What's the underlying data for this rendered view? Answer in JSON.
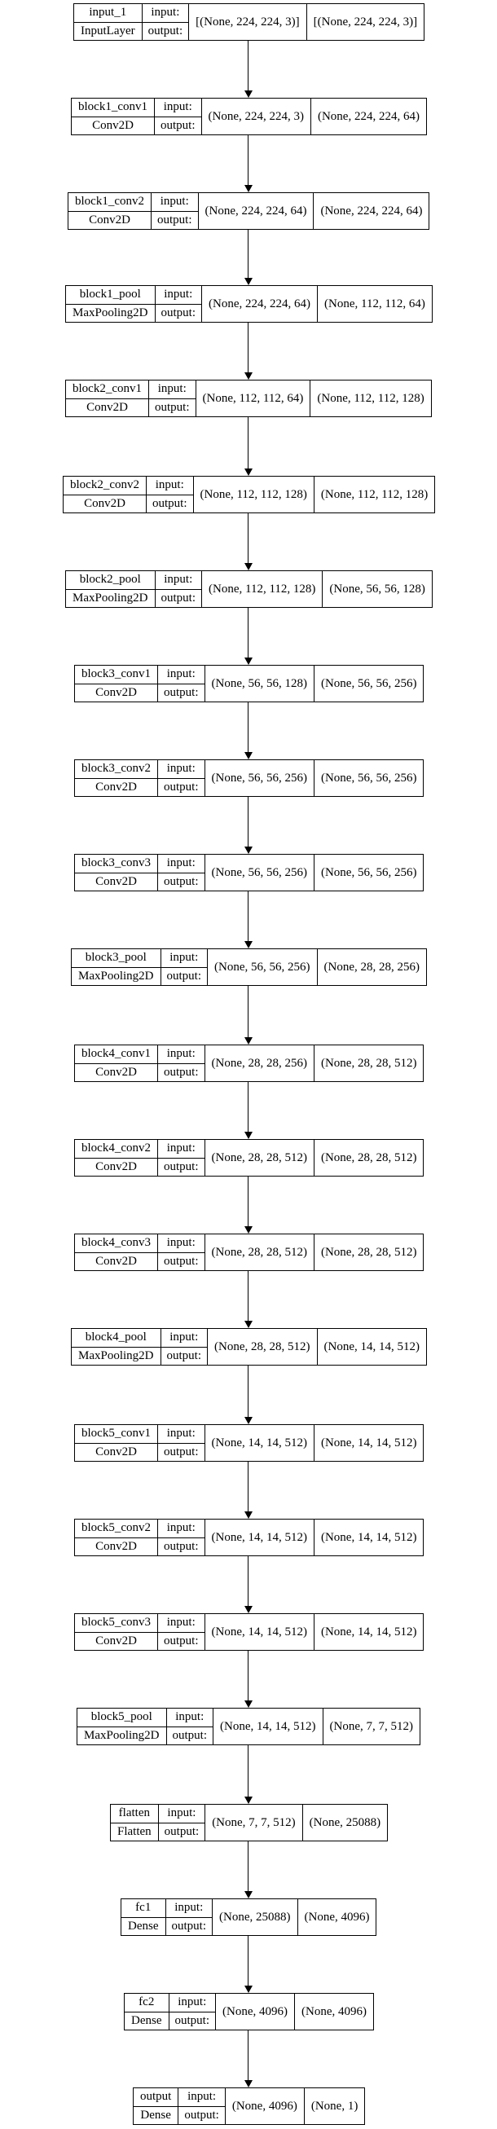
{
  "labels": {
    "input": "input:",
    "output": "output:"
  },
  "layers": [
    {
      "name": "input_1",
      "type": "InputLayer",
      "input_shape": "[(None, 224, 224, 3)]",
      "output_shape": "[(None, 224, 224, 3)]"
    },
    {
      "name": "block1_conv1",
      "type": "Conv2D",
      "input_shape": "(None, 224, 224, 3)",
      "output_shape": "(None, 224, 224, 64)"
    },
    {
      "name": "block1_conv2",
      "type": "Conv2D",
      "input_shape": "(None, 224, 224, 64)",
      "output_shape": "(None, 224, 224, 64)"
    },
    {
      "name": "block1_pool",
      "type": "MaxPooling2D",
      "input_shape": "(None, 224, 224, 64)",
      "output_shape": "(None, 112, 112, 64)"
    },
    {
      "name": "block2_conv1",
      "type": "Conv2D",
      "input_shape": "(None, 112, 112, 64)",
      "output_shape": "(None, 112, 112, 128)"
    },
    {
      "name": "block2_conv2",
      "type": "Conv2D",
      "input_shape": "(None, 112, 112, 128)",
      "output_shape": "(None, 112, 112, 128)"
    },
    {
      "name": "block2_pool",
      "type": "MaxPooling2D",
      "input_shape": "(None, 112, 112, 128)",
      "output_shape": "(None, 56, 56, 128)"
    },
    {
      "name": "block3_conv1",
      "type": "Conv2D",
      "input_shape": "(None, 56, 56, 128)",
      "output_shape": "(None, 56, 56, 256)"
    },
    {
      "name": "block3_conv2",
      "type": "Conv2D",
      "input_shape": "(None, 56, 56, 256)",
      "output_shape": "(None, 56, 56, 256)"
    },
    {
      "name": "block3_conv3",
      "type": "Conv2D",
      "input_shape": "(None, 56, 56, 256)",
      "output_shape": "(None, 56, 56, 256)"
    },
    {
      "name": "block3_pool",
      "type": "MaxPooling2D",
      "input_shape": "(None, 56, 56, 256)",
      "output_shape": "(None, 28, 28, 256)"
    },
    {
      "name": "block4_conv1",
      "type": "Conv2D",
      "input_shape": "(None, 28, 28, 256)",
      "output_shape": "(None, 28, 28, 512)"
    },
    {
      "name": "block4_conv2",
      "type": "Conv2D",
      "input_shape": "(None, 28, 28, 512)",
      "output_shape": "(None, 28, 28, 512)"
    },
    {
      "name": "block4_conv3",
      "type": "Conv2D",
      "input_shape": "(None, 28, 28, 512)",
      "output_shape": "(None, 28, 28, 512)"
    },
    {
      "name": "block4_pool",
      "type": "MaxPooling2D",
      "input_shape": "(None, 28, 28, 512)",
      "output_shape": "(None, 14, 14, 512)"
    },
    {
      "name": "block5_conv1",
      "type": "Conv2D",
      "input_shape": "(None, 14, 14, 512)",
      "output_shape": "(None, 14, 14, 512)"
    },
    {
      "name": "block5_conv2",
      "type": "Conv2D",
      "input_shape": "(None, 14, 14, 512)",
      "output_shape": "(None, 14, 14, 512)"
    },
    {
      "name": "block5_conv3",
      "type": "Conv2D",
      "input_shape": "(None, 14, 14, 512)",
      "output_shape": "(None, 14, 14, 512)"
    },
    {
      "name": "block5_pool",
      "type": "MaxPooling2D",
      "input_shape": "(None, 14, 14, 512)",
      "output_shape": "(None, 7, 7, 512)"
    },
    {
      "name": "flatten",
      "type": "Flatten",
      "input_shape": "(None, 7, 7, 512)",
      "output_shape": "(None, 25088)"
    },
    {
      "name": "fc1",
      "type": "Dense",
      "input_shape": "(None, 25088)",
      "output_shape": "(None, 4096)"
    },
    {
      "name": "fc2",
      "type": "Dense",
      "input_shape": "(None, 4096)",
      "output_shape": "(None, 4096)"
    },
    {
      "name": "output",
      "type": "Dense",
      "input_shape": "(None, 4096)",
      "output_shape": "(None, 1)"
    }
  ]
}
